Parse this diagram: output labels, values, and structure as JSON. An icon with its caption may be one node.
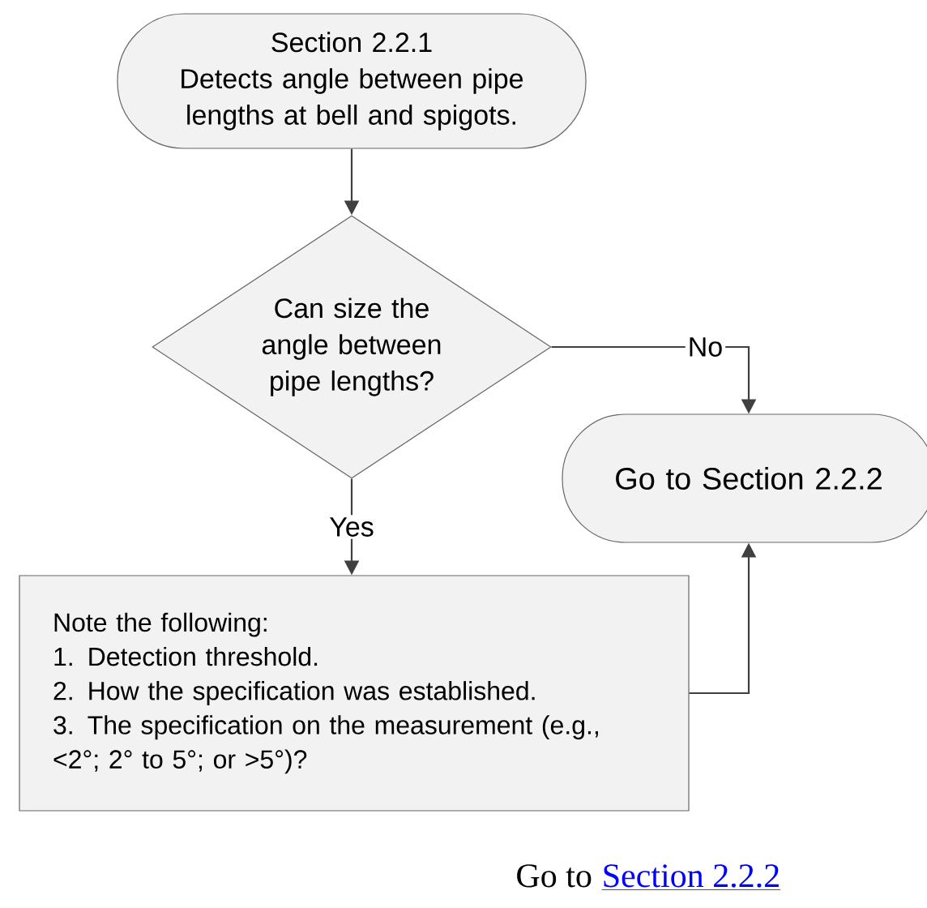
{
  "diagram": {
    "nodes": [
      {
        "text": [
          "Section 2.2.1",
          "Detects angle between pipe lengths at bell and spigots."
        ]
      },
      {
        "text": [
          "Can size the angle between pipe lengths?"
        ]
      },
      {
        "text": [
          "Go to Section 2.2.2"
        ]
      },
      {
        "text": [
          "Note the following:",
          "1. Detection threshold.",
          "2. How the specification was established.",
          "3. The specification on the measurement (e.g., <2°; 2° to 5°; or >5°)?"
        ]
      }
    ],
    "edges": [
      {
        "from": 0,
        "to": 1,
        "arrow": "to"
      },
      {
        "from": 1,
        "to": 2,
        "arrow": "to",
        "label": "No"
      },
      {
        "from": 1,
        "to": 3,
        "arrow": "to",
        "label": "Yes"
      },
      {
        "from": 3,
        "to": 2,
        "arrow": "to"
      }
    ],
    "labels": [
      "Go to",
      "Section 2.2.2"
    ]
  }
}
